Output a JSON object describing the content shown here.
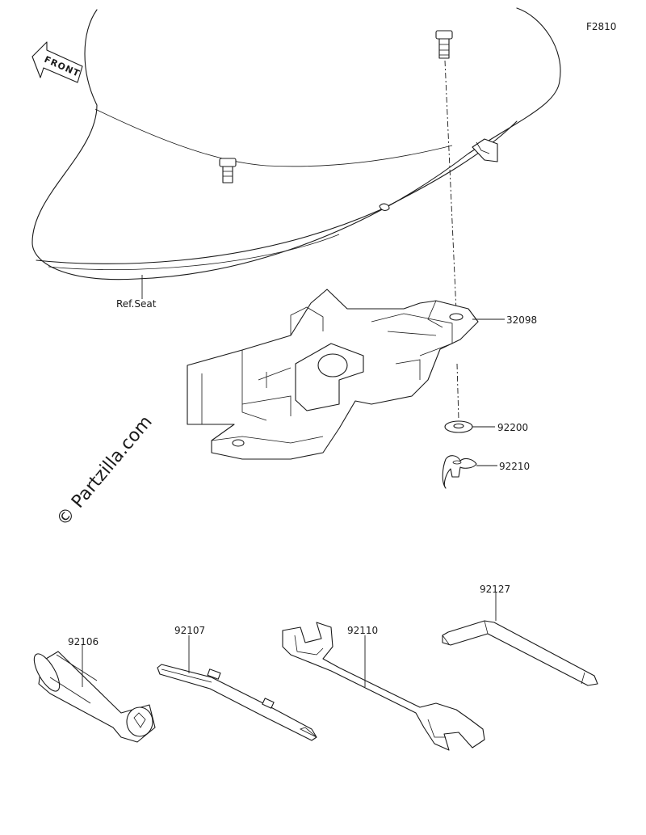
{
  "figure_code": "F2810",
  "front_arrow_label": "FRONT",
  "reference_label": "Ref.Seat",
  "watermark": "© Partzilla.com",
  "callouts": {
    "bracket": "32098",
    "washer": "92200",
    "wing_nut": "92210",
    "handle": "92106",
    "screwdriver": "92107",
    "wrench": "92110",
    "hex_key": "92127"
  }
}
